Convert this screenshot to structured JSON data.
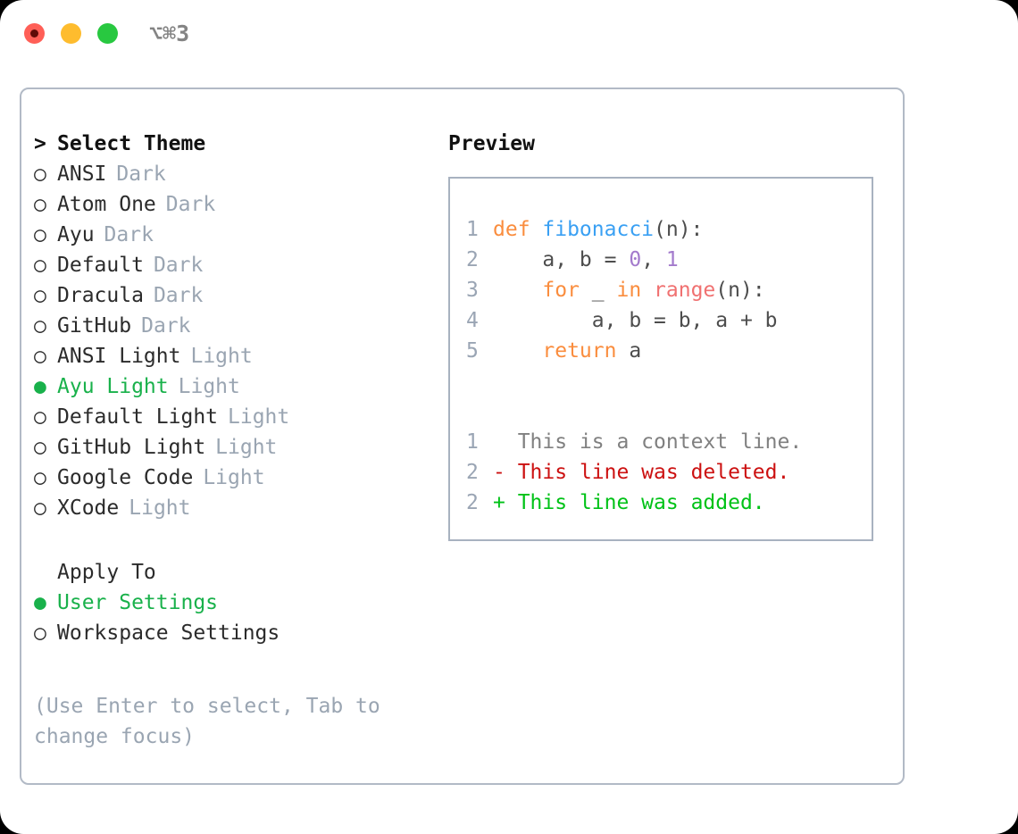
{
  "window": {
    "title_shortcut": "⌥⌘3",
    "traffic_lights": [
      {
        "name": "close",
        "color": "#ff5f57"
      },
      {
        "name": "minimize",
        "color": "#febc2e"
      },
      {
        "name": "maximize",
        "color": "#28c840"
      }
    ]
  },
  "theme_picker": {
    "header_marker": ">",
    "header": "Select Theme",
    "items": [
      {
        "marker": "○",
        "label": "ANSI",
        "tag": "Dark",
        "selected": false
      },
      {
        "marker": "○",
        "label": "Atom One",
        "tag": "Dark",
        "selected": false
      },
      {
        "marker": "○",
        "label": "Ayu",
        "tag": "Dark",
        "selected": false
      },
      {
        "marker": "○",
        "label": "Default",
        "tag": "Dark",
        "selected": false
      },
      {
        "marker": "○",
        "label": "Dracula",
        "tag": "Dark",
        "selected": false
      },
      {
        "marker": "○",
        "label": "GitHub",
        "tag": "Dark",
        "selected": false
      },
      {
        "marker": "○",
        "label": "ANSI Light",
        "tag": "Light",
        "selected": false
      },
      {
        "marker": "●",
        "label": "Ayu Light",
        "tag": "Light",
        "selected": true
      },
      {
        "marker": "○",
        "label": "Default Light",
        "tag": "Light",
        "selected": false
      },
      {
        "marker": "○",
        "label": "GitHub Light",
        "tag": "Light",
        "selected": false
      },
      {
        "marker": "○",
        "label": "Google Code",
        "tag": "Light",
        "selected": false
      },
      {
        "marker": "○",
        "label": "XCode",
        "tag": "Light",
        "selected": false
      }
    ]
  },
  "apply_to": {
    "header": "Apply To",
    "items": [
      {
        "marker": "●",
        "label": "User Settings",
        "selected": true
      },
      {
        "marker": "○",
        "label": "Workspace Settings",
        "selected": false
      }
    ]
  },
  "hint": "(Use Enter to select, Tab to change focus)",
  "preview": {
    "title": "Preview",
    "code_lines": [
      {
        "lineno": "1",
        "tokens": [
          {
            "text": "def ",
            "kind": "kw"
          },
          {
            "text": "fibonacci",
            "kind": "fn"
          },
          {
            "text": "(n):",
            "kind": "plain"
          }
        ]
      },
      {
        "lineno": "2",
        "tokens": [
          {
            "text": "    a, b = ",
            "kind": "plain"
          },
          {
            "text": "0",
            "kind": "num"
          },
          {
            "text": ", ",
            "kind": "plain"
          },
          {
            "text": "1",
            "kind": "num"
          }
        ]
      },
      {
        "lineno": "3",
        "tokens": [
          {
            "text": "    ",
            "kind": "plain"
          },
          {
            "text": "for",
            "kind": "kw"
          },
          {
            "text": " _ ",
            "kind": "plain"
          },
          {
            "text": "in",
            "kind": "kw"
          },
          {
            "text": " ",
            "kind": "plain"
          },
          {
            "text": "range",
            "kind": "builtin"
          },
          {
            "text": "(n):",
            "kind": "plain"
          }
        ]
      },
      {
        "lineno": "4",
        "tokens": [
          {
            "text": "        a, b = b, a + b",
            "kind": "plain"
          }
        ]
      },
      {
        "lineno": "5",
        "tokens": [
          {
            "text": "    ",
            "kind": "plain"
          },
          {
            "text": "return",
            "kind": "kw"
          },
          {
            "text": " a",
            "kind": "plain"
          }
        ]
      }
    ],
    "diff_lines": [
      {
        "lineno": "1",
        "sign": "  ",
        "text": "This is a context line.",
        "kind": "ctx"
      },
      {
        "lineno": "2",
        "sign": "- ",
        "text": "This line was deleted.",
        "kind": "del"
      },
      {
        "lineno": "2",
        "sign": "+ ",
        "text": "This line was added.",
        "kind": "add"
      }
    ]
  },
  "colors": {
    "accent_green": "#19b14b",
    "tag_gray": "#9aa5b2",
    "border": "#b2bac6",
    "keyword_orange": "#fa8d3e",
    "function_blue": "#3aa0f3",
    "number_purple": "#a37acc",
    "builtin_red": "#f07171",
    "diff_deleted": "#cc1111",
    "diff_added": "#00c217"
  }
}
